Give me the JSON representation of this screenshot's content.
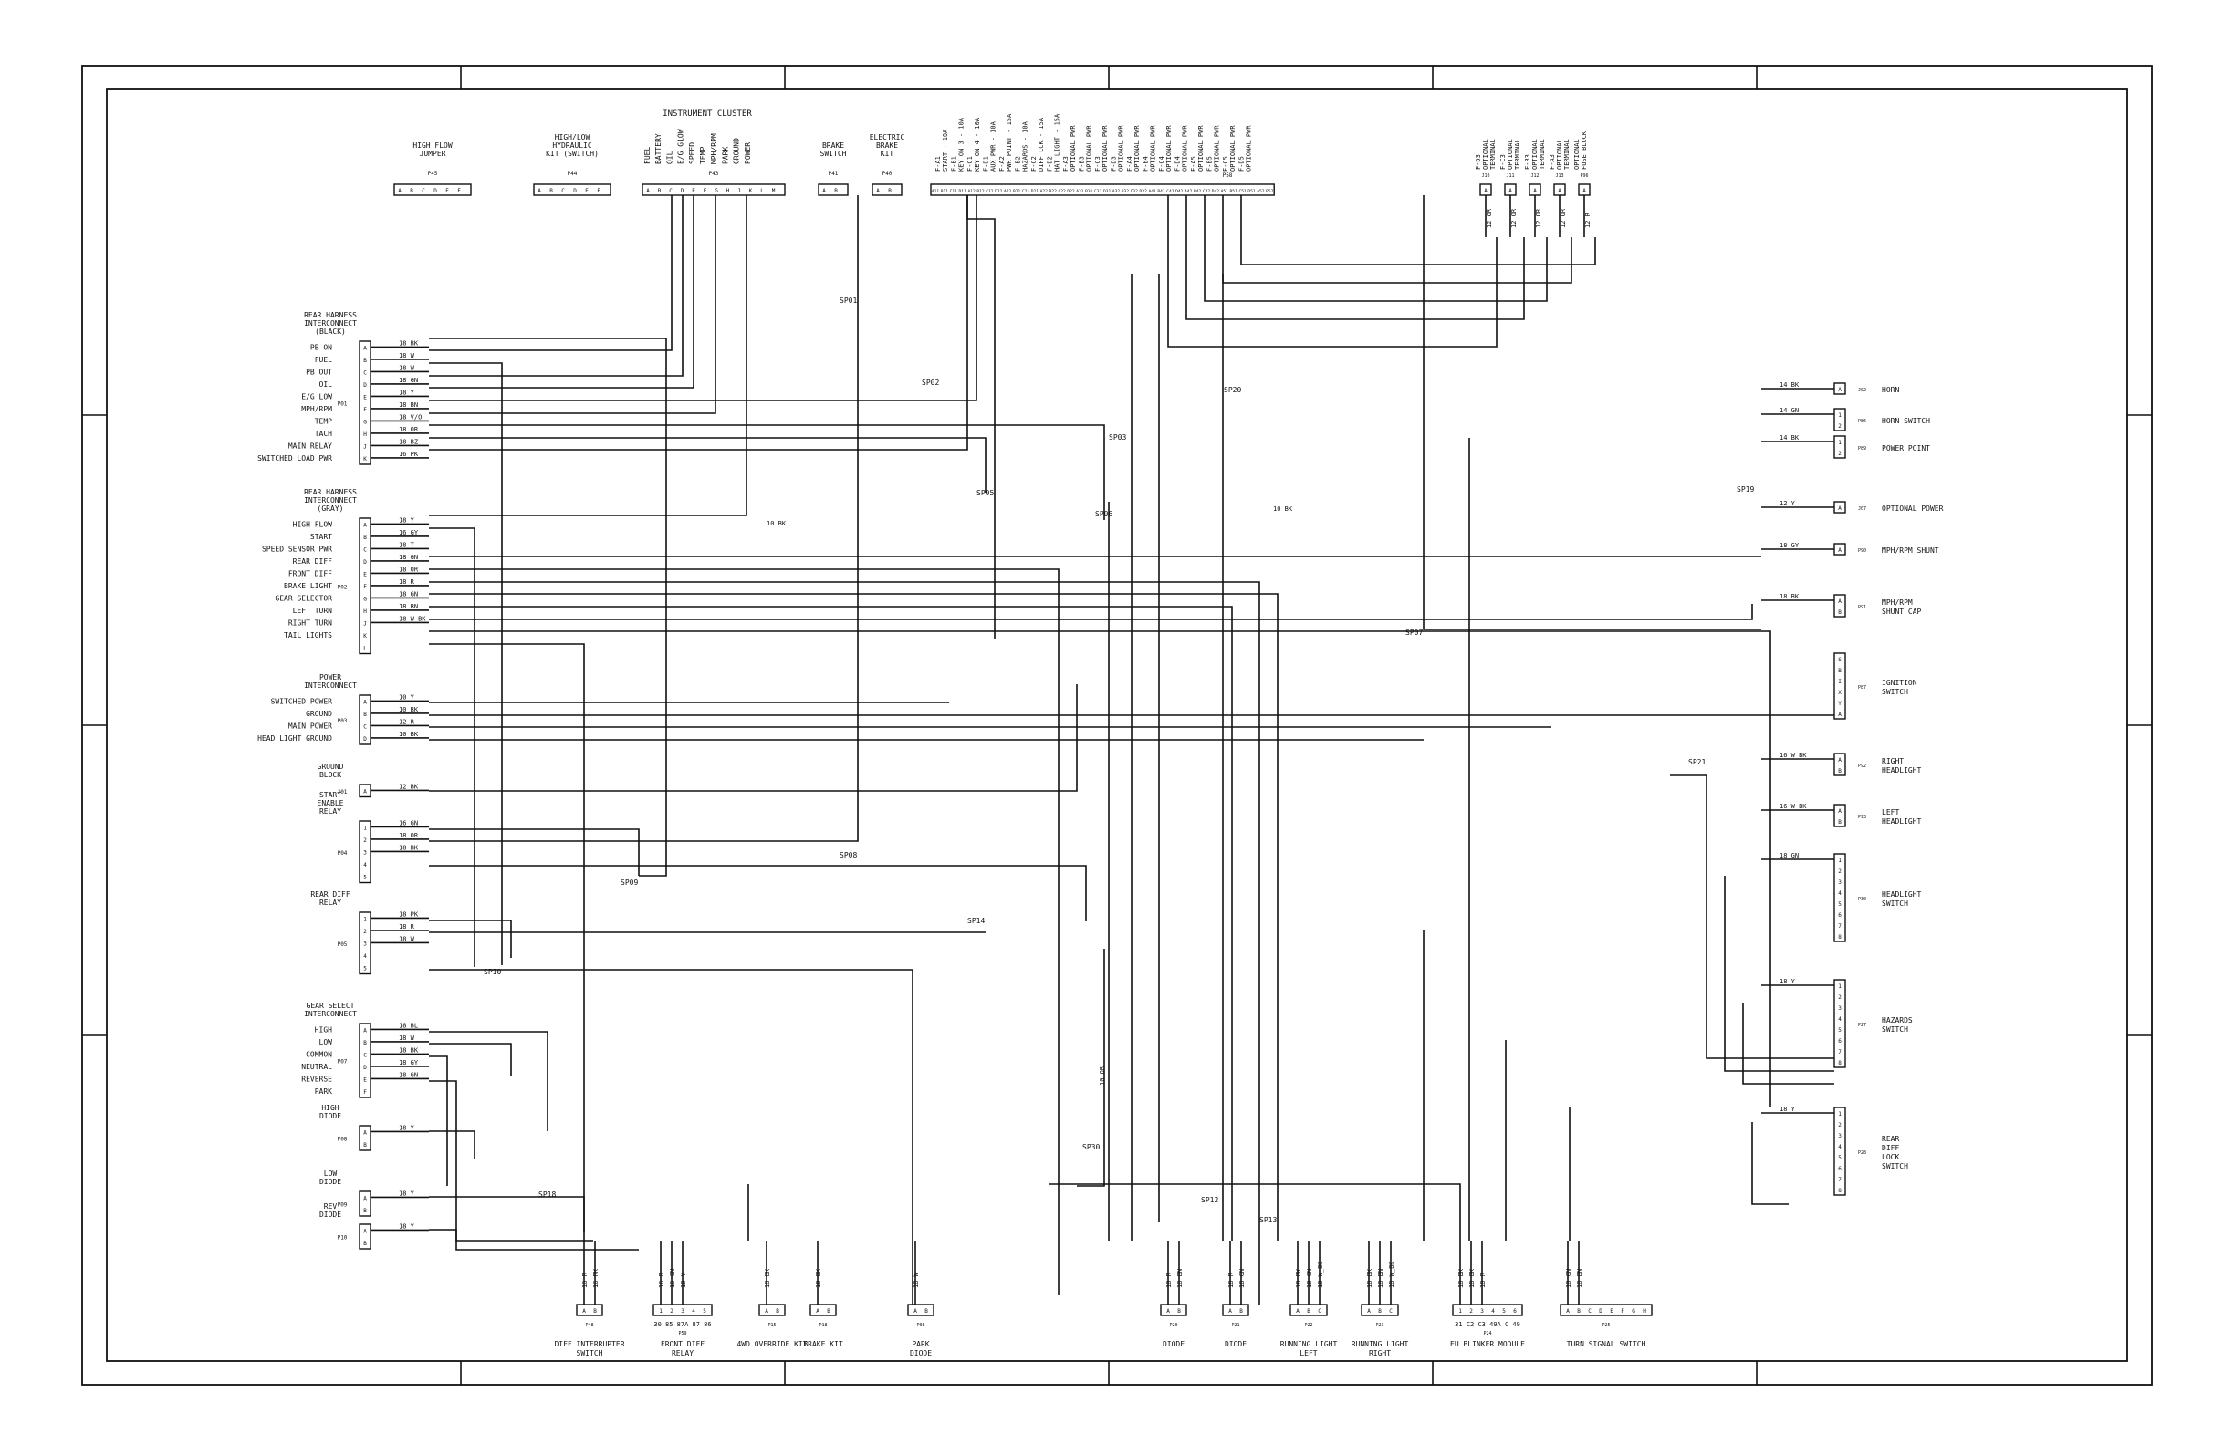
{
  "sheet": {
    "instrument_cluster_title": "INSTRUMENT CLUSTER"
  },
  "header_connectors": [
    {
      "id": "p45",
      "title": [
        "HIGH FLOW",
        "JUMPER"
      ],
      "code": "P45",
      "pins": [
        "A",
        "B",
        "C",
        "D",
        "E",
        "F"
      ]
    },
    {
      "id": "p44",
      "title": [
        "HIGH/LOW",
        "HYDRAULIC",
        "KIT (SWITCH)"
      ],
      "code": "P44",
      "pins": [
        "A",
        "B",
        "C",
        "D",
        "E",
        "F"
      ]
    },
    {
      "id": "p43",
      "title": [],
      "code": "P43",
      "pins": [
        "A",
        "B",
        "C",
        "D",
        "E",
        "F",
        "G",
        "H",
        "J",
        "K",
        "L",
        "M"
      ]
    },
    {
      "id": "p41",
      "title": [
        "BRAKE",
        "SWITCH"
      ],
      "code": "P41",
      "pins": [
        "A",
        "B"
      ]
    },
    {
      "id": "p40",
      "title": [
        "ELECTRIC",
        "BRAKE",
        "KIT"
      ],
      "code": "P40",
      "pins": [
        "A",
        "B"
      ]
    }
  ],
  "cluster_labels": [
    "FUEL",
    "BATTERY",
    "OIL",
    "E/G GLOW",
    "SPEED",
    "TEMP",
    "MPH/RPM",
    "PARK",
    "GROUND",
    "POWER"
  ],
  "fuse_block": {
    "code": "P58",
    "labels": [
      "F-A1 START - 10A",
      "F-B1 KEY ON 3 - 10A",
      "F-C1 KEY ON 4 - 10A",
      "F-D1 AUX PWR - 10A",
      "F-A2 PWR POINT - 15A",
      "F-B2 HAZARDS - 10A",
      "F-C2 DIFF LCK - 15A",
      "F-D2 HAT LIGHT - 15A",
      "F-A3 OPTIONAL PWR",
      "F-B3 OPTIONAL PWR",
      "F-C3 OPTIONAL PWR",
      "F-D3 OPTIONAL PWR",
      "F-A4 OPTIONAL PWR",
      "F-B4 OPTIONAL PWR",
      "F-C4 OPTIONAL PWR",
      "F-D4 OPTIONAL PWR",
      "F-A5 OPTIONAL PWR",
      "F-B5 OPTIONAL PWR",
      "F-C5 OPTIONAL PWR",
      "F-D5 OPTIONAL PWR"
    ],
    "cells": [
      "A11",
      "B11",
      "C11",
      "D11",
      "A12",
      "B12",
      "C12",
      "D12",
      "A21",
      "B21",
      "C21",
      "D21",
      "A22",
      "B22",
      "C22",
      "D22",
      "A31",
      "B31",
      "C31",
      "D31",
      "A32",
      "B32",
      "C32",
      "D32",
      "A41",
      "B41",
      "C41",
      "D41",
      "A42",
      "B42",
      "C42",
      "D42",
      "A51",
      "B51",
      "C51",
      "D51",
      "A52",
      "B52"
    ]
  },
  "jumpers": [
    {
      "code": "J10",
      "label": [
        "F-D3",
        "OPTIONAL",
        "TERMINAL"
      ]
    },
    {
      "code": "J11",
      "label": [
        "F-C3",
        "OPTIONAL",
        "TERMINAL"
      ]
    },
    {
      "code": "J12",
      "label": [
        "F-B3",
        "OPTIONAL",
        "TERMINAL"
      ]
    },
    {
      "code": "J13",
      "label": [
        "F-A3",
        "OPTIONAL",
        "TERMINAL"
      ]
    },
    {
      "code": "P96",
      "label": [
        "OPTIONAL",
        "FUSE BLOCK"
      ]
    }
  ],
  "left_groups": [
    {
      "title": [
        "REAR HARNESS",
        "INTERCONNECT",
        "(BLACK)"
      ],
      "code": "P01",
      "pins": [
        "A",
        "B",
        "C",
        "D",
        "E",
        "F",
        "G",
        "H",
        "J",
        "K"
      ],
      "signals": [
        "PB ON",
        "FUEL",
        "PB OUT",
        "OIL",
        "E/G LOW",
        "MPH/RPM",
        "TEMP",
        "TACH",
        "MAIN RELAY",
        "SWITCHED LOAD PWR"
      ],
      "wires": [
        "18 BK",
        "18 W",
        "18 W",
        "18 GN",
        "18 Y",
        "18 BN",
        "18 V/O",
        "18 OR",
        "18 BZ",
        "16 PK"
      ]
    },
    {
      "title": [
        "REAR HARNESS",
        "INTERCONNECT",
        "(GRAY)"
      ],
      "code": "P02",
      "pins": [
        "A",
        "B",
        "C",
        "D",
        "E",
        "F",
        "G",
        "H",
        "J",
        "K",
        "L"
      ],
      "signals": [
        "HIGH FLOW",
        "START",
        "SPEED SENSOR PWR",
        "REAR DIFF",
        "FRONT DIFF",
        "BRAKE LIGHT",
        "GEAR SELECTOR",
        "LEFT TURN",
        "RIGHT TURN",
        "TAIL LIGHTS"
      ],
      "wires": [
        "18 Y",
        "16 GY",
        "18 T",
        "18 GN",
        "18 OR",
        "18 R",
        "18 GN",
        "18 BN",
        "18 W_BK"
      ]
    },
    {
      "title": [
        "POWER",
        "INTERCONNECT"
      ],
      "code": "P03",
      "pins": [
        "A",
        "B",
        "C",
        "D"
      ],
      "signals": [
        "SWITCHED POWER",
        "GROUND",
        "MAIN POWER",
        "HEAD LIGHT GROUND"
      ],
      "wires": [
        "10 Y",
        "10 BK",
        "12 R",
        "10 BK"
      ]
    },
    {
      "title": [
        "GROUND",
        "BLOCK"
      ],
      "code": "J01",
      "pins": [
        "A"
      ],
      "signals": [],
      "wires": [
        "12 BK"
      ]
    },
    {
      "title": [
        "START",
        "ENABLE",
        "RELAY"
      ],
      "code": "P04",
      "pins": [
        "1",
        "2",
        "3",
        "4",
        "5"
      ],
      "signals": [],
      "wires": [
        "16 GN",
        "18 OR",
        "18 BK"
      ]
    },
    {
      "title": [
        "REAR DIFF",
        "RELAY"
      ],
      "code": "P05",
      "pins": [
        "1",
        "2",
        "3",
        "4",
        "5"
      ],
      "signals": [],
      "wires": [
        "18 PK",
        "18 R",
        "18 W"
      ]
    },
    {
      "title": [
        "GEAR SELECT",
        "INTERCONNECT"
      ],
      "code": "P07",
      "pins": [
        "A",
        "B",
        "C",
        "D",
        "E",
        "F"
      ],
      "signals": [
        "HIGH",
        "LOW",
        "COMMON",
        "NEUTRAL",
        "REVERSE",
        "PARK"
      ],
      "wires": [
        "18 BL",
        "18 W",
        "18 BK",
        "18 GY",
        "18 GN"
      ]
    },
    {
      "title": [
        "HIGH",
        "DIODE"
      ],
      "code": "P08",
      "pins": [
        "A",
        "B"
      ],
      "signals": [],
      "wires": [
        "18 Y"
      ]
    },
    {
      "title": [
        "LOW",
        "DIODE"
      ],
      "code": "P09",
      "pins": [
        "A",
        "B"
      ],
      "signals": [],
      "wires": [
        "18 Y"
      ]
    },
    {
      "title": [
        "REV",
        "DIODE"
      ],
      "code": "P10",
      "pins": [
        "A",
        "B"
      ],
      "signals": [],
      "wires": [
        "18 Y"
      ]
    }
  ],
  "right_components": [
    {
      "label": [
        "HORN"
      ],
      "code": "J02",
      "pins": [
        "A"
      ],
      "wire": "14 BK"
    },
    {
      "label": [
        "HORN SWITCH"
      ],
      "code": "P86",
      "pins": [
        "1",
        "2"
      ],
      "wire": "14 GN"
    },
    {
      "label": [
        "POWER POINT"
      ],
      "code": "P89",
      "pins": [
        "1",
        "2"
      ],
      "wire": "14 BK"
    },
    {
      "label": [
        "OPTIONAL POWER"
      ],
      "code": "J07",
      "pins": [
        "A"
      ],
      "wire": "12 Y"
    },
    {
      "label": [
        "MPH/RPM SHUNT"
      ],
      "code": "P90",
      "pins": [
        "A"
      ],
      "wire": "18 GY"
    },
    {
      "label": [
        "MPH/RPM",
        "SHUNT CAP"
      ],
      "code": "P91",
      "pins": [
        "A",
        "B"
      ],
      "wire": "18 BK"
    },
    {
      "label": [
        "IGNITION",
        "SWITCH"
      ],
      "code": "P87",
      "pins": [
        "S",
        "B",
        "I",
        "X",
        "Y",
        "A"
      ],
      "wire": ""
    },
    {
      "label": [
        "RIGHT",
        "HEADLIGHT"
      ],
      "code": "P92",
      "pins": [
        "A",
        "B"
      ],
      "wire": "16 W_BK"
    },
    {
      "label": [
        "LEFT",
        "HEADLIGHT"
      ],
      "code": "P93",
      "pins": [
        "A",
        "B"
      ],
      "wire": "16 W_BK"
    },
    {
      "label": [
        "HEADLIGHT",
        "SWITCH"
      ],
      "code": "P30",
      "pins": [
        "1",
        "2",
        "3",
        "4",
        "5",
        "6",
        "7",
        "8"
      ],
      "wire": "18 GN"
    },
    {
      "label": [
        "HAZARDS",
        "SWITCH"
      ],
      "code": "P27",
      "pins": [
        "1",
        "2",
        "3",
        "4",
        "5",
        "6",
        "7",
        "8"
      ],
      "wire": "18 Y"
    },
    {
      "label": [
        "REAR",
        "DIFF",
        "LOCK",
        "SWITCH"
      ],
      "code": "P28",
      "pins": [
        "1",
        "2",
        "3",
        "4",
        "5",
        "6",
        "7",
        "8"
      ],
      "wire": "18 Y"
    }
  ],
  "bottom_components": [
    {
      "label": [
        "DIFF INTERRUPTER",
        "SWITCH"
      ],
      "code": "P48",
      "pins": [
        "A",
        "B"
      ],
      "wires": [
        "16 R",
        "16 RK"
      ]
    },
    {
      "label": [
        "FRONT DIFF",
        "RELAY"
      ],
      "code": "P59",
      "pins": [
        "1",
        "2",
        "3",
        "4",
        "5"
      ],
      "wires": [
        "16 R",
        "16 GN",
        "18 Y"
      ],
      "sub": "30 85 87A 87 86"
    },
    {
      "label": [
        "4WD OVERRIDE KIT"
      ],
      "code": "P15",
      "pins": [
        "A",
        "B"
      ],
      "wires": [
        "18 BK"
      ]
    },
    {
      "label": [
        "BRAKE KIT"
      ],
      "code": "P18",
      "pins": [
        "A",
        "B"
      ],
      "wires": [
        "18 BK"
      ]
    },
    {
      "label": [
        "PARK",
        "DIODE"
      ],
      "code": "P08",
      "pins": [
        "A",
        "B"
      ],
      "wires": [
        "18 W"
      ]
    },
    {
      "label": [
        "DIODE"
      ],
      "code": "P20",
      "pins": [
        "A",
        "B"
      ],
      "wires": [
        "18 R",
        "18 BN"
      ]
    },
    {
      "label": [
        "DIODE"
      ],
      "code": "P21",
      "pins": [
        "A",
        "B"
      ],
      "wires": [
        "18 R",
        "18 GN"
      ]
    },
    {
      "label": [
        "RUNNING LIGHT",
        "LEFT"
      ],
      "code": "P22",
      "pins": [
        "A",
        "B",
        "C"
      ],
      "wires": [
        "18 BK",
        "18 GN",
        "18 W_BK"
      ]
    },
    {
      "label": [
        "RUNNING LIGHT",
        "RIGHT"
      ],
      "code": "P23",
      "pins": [
        "A",
        "B",
        "C"
      ],
      "wires": [
        "18 BK",
        "18 BN",
        "18 W_BK"
      ]
    },
    {
      "label": [
        "EU BLINKER MODULE"
      ],
      "code": "P24",
      "pins": [
        "1",
        "2",
        "3",
        "4",
        "5",
        "6"
      ],
      "wires": [
        "18 BK",
        "18 BK",
        "18 R"
      ],
      "sub": "31 C2 C3 49A C 49"
    },
    {
      "label": [
        "TURN SIGNAL SWITCH"
      ],
      "code": "P25",
      "pins": [
        "A",
        "B",
        "C",
        "D",
        "E",
        "F",
        "G",
        "H"
      ],
      "wires": [
        "18 GN",
        "18 BN"
      ]
    }
  ],
  "splices": [
    "SP01",
    "SP02",
    "SP03",
    "SP05",
    "SP06",
    "SP07",
    "SP08",
    "SP09",
    "SP10",
    "SP12",
    "SP13",
    "SP14",
    "SP18",
    "SP19",
    "SP20",
    "SP21",
    "SP30"
  ],
  "mid_wires": [
    "10 BK",
    "10 BK",
    "10 OR"
  ]
}
